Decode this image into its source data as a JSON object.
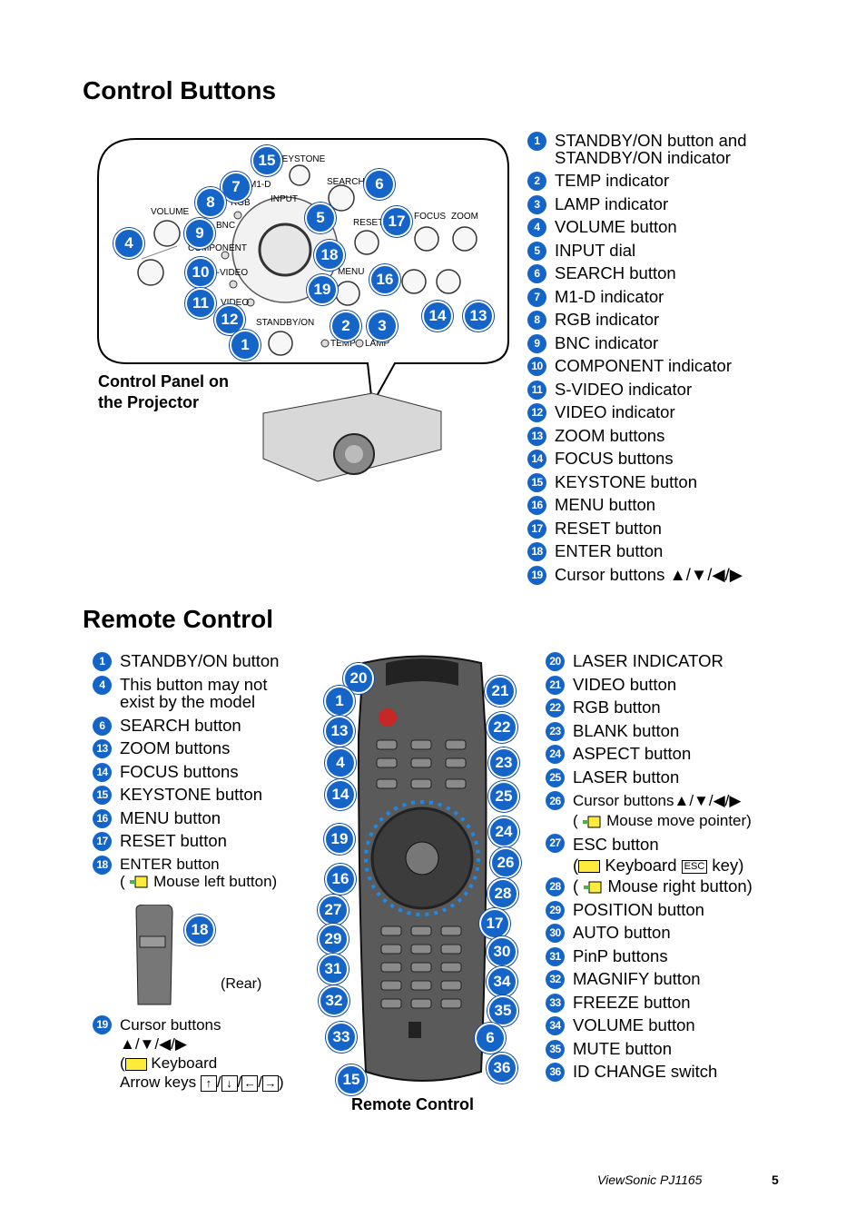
{
  "sections": {
    "control_title": "Control Buttons",
    "remote_title": "Remote Control"
  },
  "captions": {
    "panel": "Control Panel on\nthe Projector",
    "remote": "Remote Control",
    "rear": "(Rear)"
  },
  "panel_labels": {
    "keystone": "KEYSTONE",
    "search": "SEARCH",
    "m1d": "M1-D",
    "rgb": "RGB",
    "input": "INPUT",
    "volume": "VOLUME",
    "bnc": "BNC",
    "component": "COMPONENT",
    "svideo": "S-VIDEO",
    "video": "VIDEO",
    "reset": "RESET",
    "focus": "FOCUS",
    "zoom": "ZOOM",
    "menu": "MENU",
    "standby": "STANDBY/ON",
    "temp": "TEMP",
    "lamp": "LAMP"
  },
  "control_list": [
    {
      "n": "1",
      "t": "STANDBY/ON button and\nSTANDBY/ON indicator"
    },
    {
      "n": "2",
      "t": "TEMP indicator"
    },
    {
      "n": "3",
      "t": "LAMP indicator"
    },
    {
      "n": "4",
      "t": "VOLUME button"
    },
    {
      "n": "5",
      "t": "INPUT dial"
    },
    {
      "n": "6",
      "t": "SEARCH button"
    },
    {
      "n": "7",
      "t": "M1-D indicator"
    },
    {
      "n": "8",
      "t": "RGB indicator"
    },
    {
      "n": "9",
      "t": "BNC indicator"
    },
    {
      "n": "10",
      "t": "COMPONENT indicator"
    },
    {
      "n": "11",
      "t": "S-VIDEO indicator"
    },
    {
      "n": "12",
      "t": "VIDEO indicator"
    },
    {
      "n": "13",
      "t": "ZOOM buttons"
    },
    {
      "n": "14",
      "t": "FOCUS buttons"
    },
    {
      "n": "15",
      "t": "KEYSTONE button"
    },
    {
      "n": "16",
      "t": "MENU button"
    },
    {
      "n": "17",
      "t": "RESET button"
    },
    {
      "n": "18",
      "t": "ENTER button"
    },
    {
      "n": "19",
      "t": "Cursor buttons ▲/▼/◀/▶"
    }
  ],
  "remote_left": [
    {
      "n": "1",
      "t": "STANDBY/ON button"
    },
    {
      "n": "4",
      "t": "This button may not\nexist by the model"
    },
    {
      "n": "6",
      "t": "SEARCH button"
    },
    {
      "n": "13",
      "t": "ZOOM buttons"
    },
    {
      "n": "14",
      "t": "FOCUS buttons"
    },
    {
      "n": "15",
      "t": "KEYSTONE button"
    },
    {
      "n": "16",
      "t": "MENU button"
    },
    {
      "n": "17",
      "t": "RESET button"
    }
  ],
  "remote_left_18": {
    "n": "18",
    "t1": "ENTER button",
    "t2a": "(",
    "t2b": "Mouse left button)"
  },
  "remote_left_19": {
    "n": "19",
    "t1": "Cursor buttons",
    "t2": "▲/▼/◀/▶",
    "t3a": "(",
    "t3b": "Keyboard",
    "t4a": "Arrow keys",
    "t4b": ")",
    "keys": [
      "↑",
      "↓",
      "←",
      "→"
    ]
  },
  "remote_right": [
    {
      "n": "20",
      "t": "LASER INDICATOR"
    },
    {
      "n": "21",
      "t": "VIDEO button"
    },
    {
      "n": "22",
      "t": "RGB button"
    },
    {
      "n": "23",
      "t": "BLANK button"
    },
    {
      "n": "24",
      "t": "ASPECT button"
    },
    {
      "n": "25",
      "t": "LASER button"
    }
  ],
  "remote_right_26": {
    "n": "26",
    "t1": "Cursor buttons▲/▼/◀/▶",
    "t2a": "(",
    "t2b": "Mouse move pointer)"
  },
  "remote_right_27": {
    "n": "27",
    "t1": "ESC button",
    "t2a": "(",
    "t2b": "Keyboard",
    "esc": "ESC",
    "t2c": "key)"
  },
  "remote_right_28": {
    "n": "28",
    "t1a": "(",
    "t1b": "Mouse right button)"
  },
  "remote_right_rest": [
    {
      "n": "29",
      "t": "POSITION button"
    },
    {
      "n": "30",
      "t": "AUTO button"
    },
    {
      "n": "31",
      "t": "PinP buttons"
    },
    {
      "n": "32",
      "t": "MAGNIFY button"
    },
    {
      "n": "33",
      "t": "FREEZE button"
    },
    {
      "n": "34",
      "t": "VOLUME button"
    },
    {
      "n": "35",
      "t": "MUTE button"
    },
    {
      "n": "36",
      "t": "ID CHANGE switch"
    }
  ],
  "panel_callouts": [
    "15",
    "7",
    "8",
    "6",
    "5",
    "4",
    "9",
    "17",
    "18",
    "10",
    "16",
    "11",
    "19",
    "14",
    "13",
    "12",
    "2",
    "3",
    "1"
  ],
  "remote_callouts": [
    "20",
    "21",
    "1",
    "22",
    "13",
    "23",
    "4",
    "14",
    "25",
    "24",
    "19",
    "26",
    "16",
    "28",
    "27",
    "17",
    "29",
    "30",
    "31",
    "34",
    "32",
    "35",
    "33",
    "6",
    "36",
    "15",
    "18"
  ],
  "footer": {
    "brand": "ViewSonic  PJ1165",
    "page": "5"
  },
  "colors": {
    "accent": "#1565c8",
    "callout_border": "#ffffff"
  }
}
